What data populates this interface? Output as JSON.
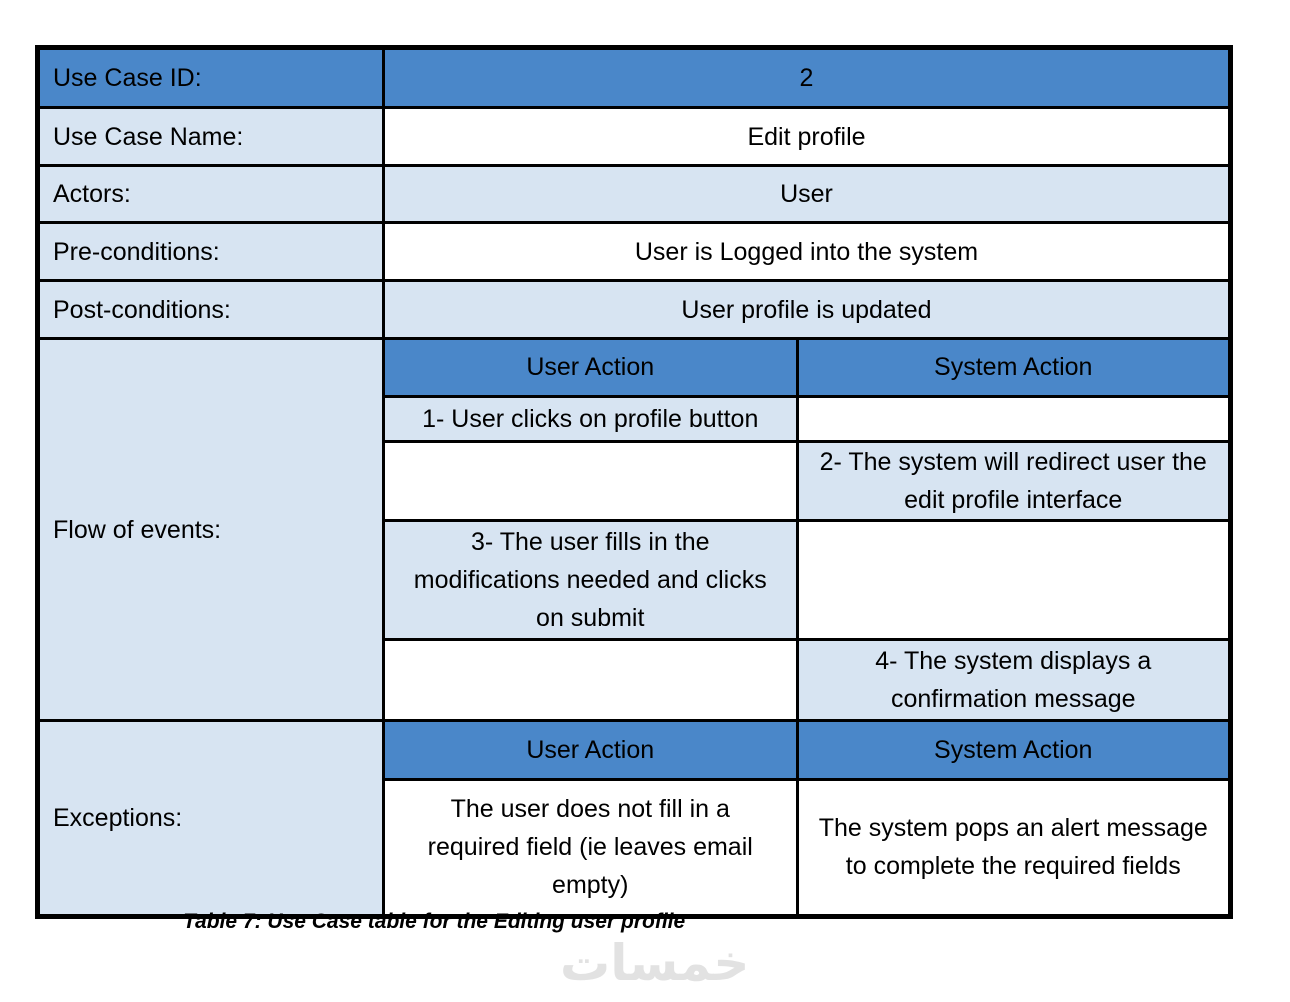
{
  "colors": {
    "header_blue": "#4a87c9",
    "light_blue": "#d7e4f2",
    "cell_white": "#ffffff",
    "border_black": "#000000",
    "watermark_gray": "#e2e2e2"
  },
  "use_case_table": {
    "info_rows": [
      {
        "label": "Use Case ID:",
        "value": "2"
      },
      {
        "label": "Use Case Name:",
        "value": "Edit profile"
      },
      {
        "label": "Actors:",
        "value": "User"
      },
      {
        "label": "Pre-conditions:",
        "value": "User is Logged into the system"
      },
      {
        "label": "Post-conditions:",
        "value": "User profile is updated"
      }
    ],
    "flow": {
      "label": "Flow of events:",
      "headers": {
        "user": "User Action",
        "system": "System Action"
      },
      "steps": [
        {
          "user": "1- User clicks on profile button",
          "system": ""
        },
        {
          "user": "",
          "system": "2- The system will redirect user the edit profile interface"
        },
        {
          "user": "3- The user fills in the modifications needed and clicks on submit",
          "system": ""
        },
        {
          "user": "",
          "system": "4- The system displays a confirmation message"
        }
      ]
    },
    "exceptions": {
      "label": "Exceptions:",
      "headers": {
        "user": "User Action",
        "system": "System Action"
      },
      "rows": [
        {
          "user": "The user does not fill in a required field (ie leaves email empty)",
          "system": "The system pops an alert message to complete the required fields"
        }
      ]
    }
  },
  "caption": "Table 7: Use Case table for the Editing user profile",
  "watermark": "خمسات"
}
